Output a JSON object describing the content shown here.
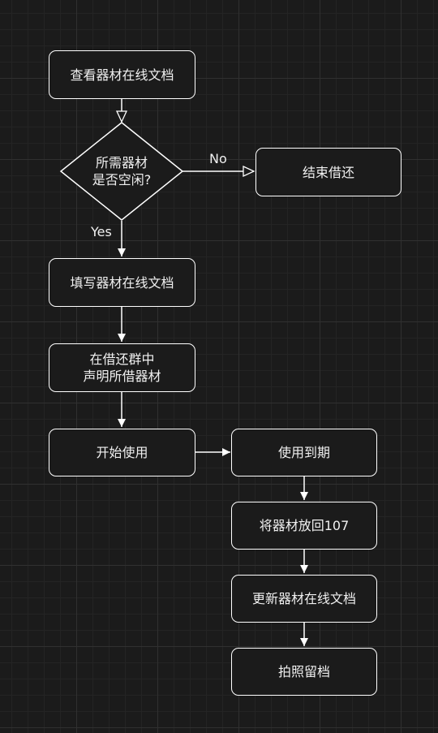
{
  "nodes": {
    "check_doc": "查看器材在线文档",
    "decision": "所需器材\n是否空闲?",
    "end_borrow": "结束借还",
    "fill_doc": "填写器材在线文档",
    "declare": "在借还群中\n声明所借器材",
    "start_use": "开始使用",
    "use_expire": "使用到期",
    "return_107": "将器材放回107",
    "update_doc": "更新器材在线文档",
    "photo": "拍照留档"
  },
  "edges": {
    "no_label": "No",
    "yes_label": "Yes"
  }
}
